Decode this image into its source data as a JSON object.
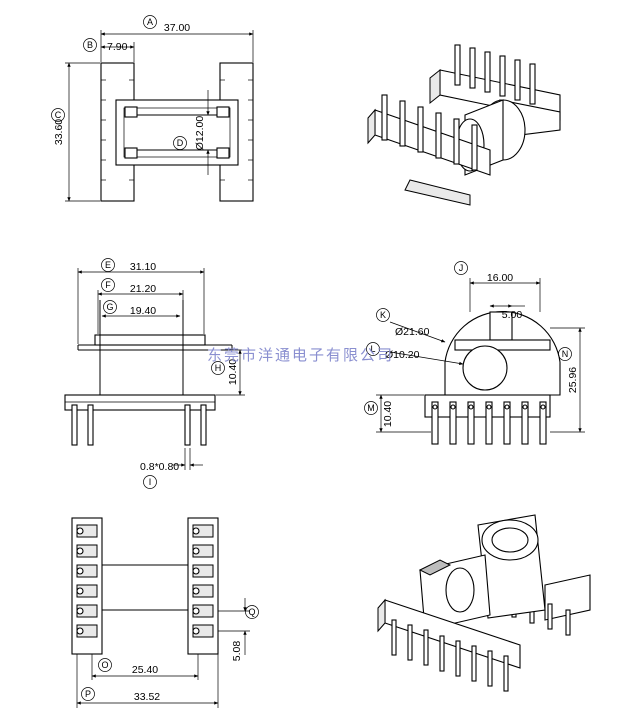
{
  "watermark": "东莞市洋通电子有限公司",
  "callouts": {
    "A": "A",
    "B": "B",
    "C": "C",
    "D": "D",
    "E": "E",
    "F": "F",
    "G": "G",
    "H": "H",
    "I": "I",
    "J": "J",
    "K": "K",
    "L": "L",
    "M": "M",
    "N": "N",
    "O": "O",
    "P": "P",
    "Q": "Q"
  },
  "dimensions": {
    "A": "37.00",
    "B": "7.90",
    "C": "33.60",
    "D": "Ø12.00",
    "E": "31.10",
    "F": "21.20",
    "G": "19.40",
    "H": "10.40",
    "I": "0.8*0.80",
    "J": "16.00",
    "K": "Ø21.60",
    "L": "Ø10.20",
    "M": "10.40",
    "N": "25.96",
    "O": "25.40",
    "P": "33.52",
    "Q": "5.08",
    "J2": "5.00"
  }
}
